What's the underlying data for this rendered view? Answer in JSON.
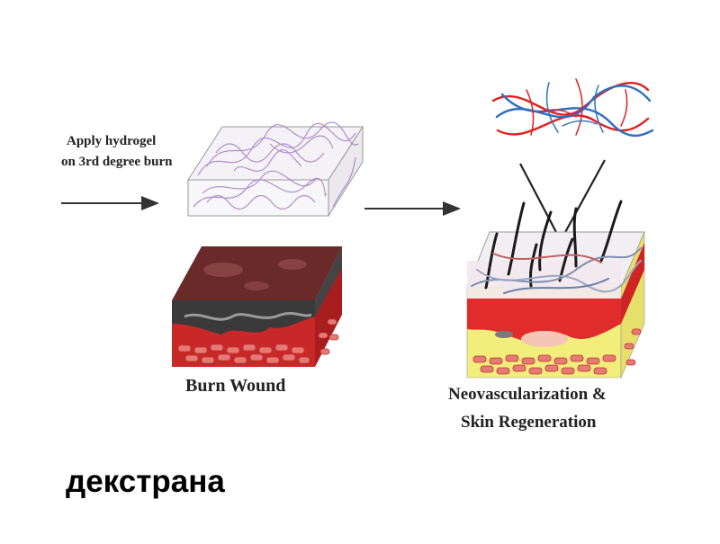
{
  "labels": {
    "apply_line1": "Apply hydrogel",
    "apply_line2": "on 3rd degree burn",
    "burn_wound": "Burn Wound",
    "regen_line1": "Neovascularization &",
    "regen_line2": "Skin Regeneration",
    "caption": "декстрана"
  },
  "colors": {
    "arrow": "#333333",
    "hydrogel_fibers": "#a57fc4",
    "burn_top": "#6b2a2a",
    "tissue_red": "#d42a2a",
    "fat_yellow": "#f2ee7c",
    "artery": "#e02020",
    "vein": "#2f6fc0"
  }
}
